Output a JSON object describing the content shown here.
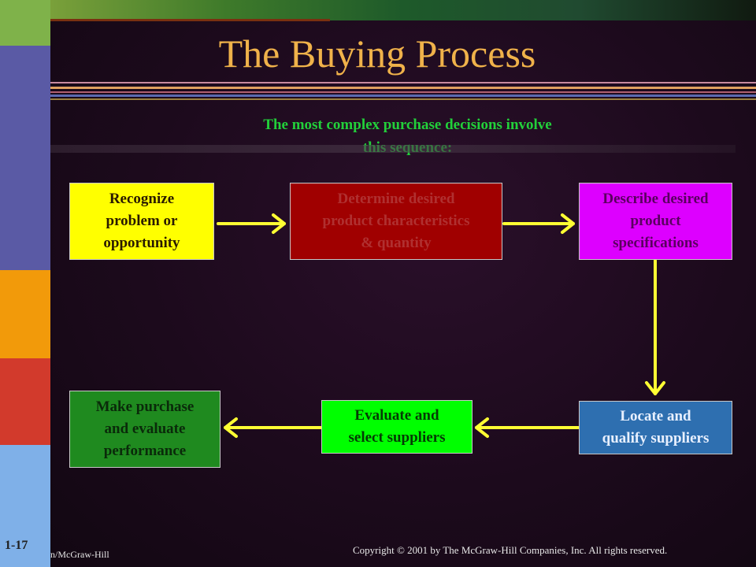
{
  "slide": {
    "title": "The Buying Process",
    "subtitle_line1": "The most complex purchase decisions involve",
    "subtitle_line2": "this sequence:"
  },
  "steps": [
    {
      "id": "recognize",
      "text": "Recognize\nproblem or\nopportunity",
      "fill": "#ffff00",
      "text_color": "#2a1a00"
    },
    {
      "id": "determine",
      "text": "Determine desired\nproduct characteristics\n& quantity",
      "fill": "#a00000",
      "text_color": "#b03030"
    },
    {
      "id": "describe",
      "text": "Describe desired\nproduct\nspecifications",
      "fill": "#dd00ff",
      "text_color": "#5a0060"
    },
    {
      "id": "locate",
      "text": "Locate and\nqualify suppliers",
      "fill": "#2e6fb0",
      "text_color": "#e8f0ff"
    },
    {
      "id": "evaluate",
      "text": "Evaluate and\nselect suppliers",
      "fill": "#00ff00",
      "text_color": "#053a05"
    },
    {
      "id": "purchase",
      "text": "Make purchase\nand evaluate\nperformance",
      "fill": "#1f8a1f",
      "text_color": "#0a2a0a"
    }
  ],
  "colors": {
    "arrow": "#ffff33",
    "title": "#f0b24a",
    "subtitle": "#22d03a"
  },
  "footer": {
    "slide_number": "1-17",
    "publisher": "n/McGraw-Hill",
    "copyright": "Copyright © 2001 by The McGraw-Hill Companies, Inc.  All rights reserved."
  }
}
